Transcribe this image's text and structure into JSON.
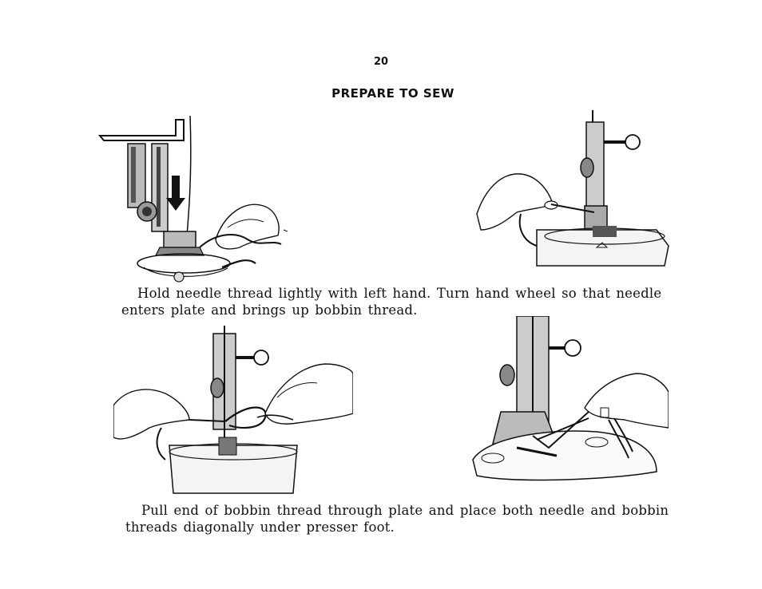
{
  "page": {
    "number": "20",
    "title": "PREPARE TO SEW"
  },
  "captions": [
    {
      "lines": [
        "Hold needle thread lightly with left hand. Turn hand wheel so that needle",
        "enters plate and brings up bobbin thread."
      ]
    },
    {
      "lines": [
        "Pull end of bobbin thread through plate and place both needle and bobbin",
        "threads diagonally under presser foot."
      ]
    }
  ]
}
